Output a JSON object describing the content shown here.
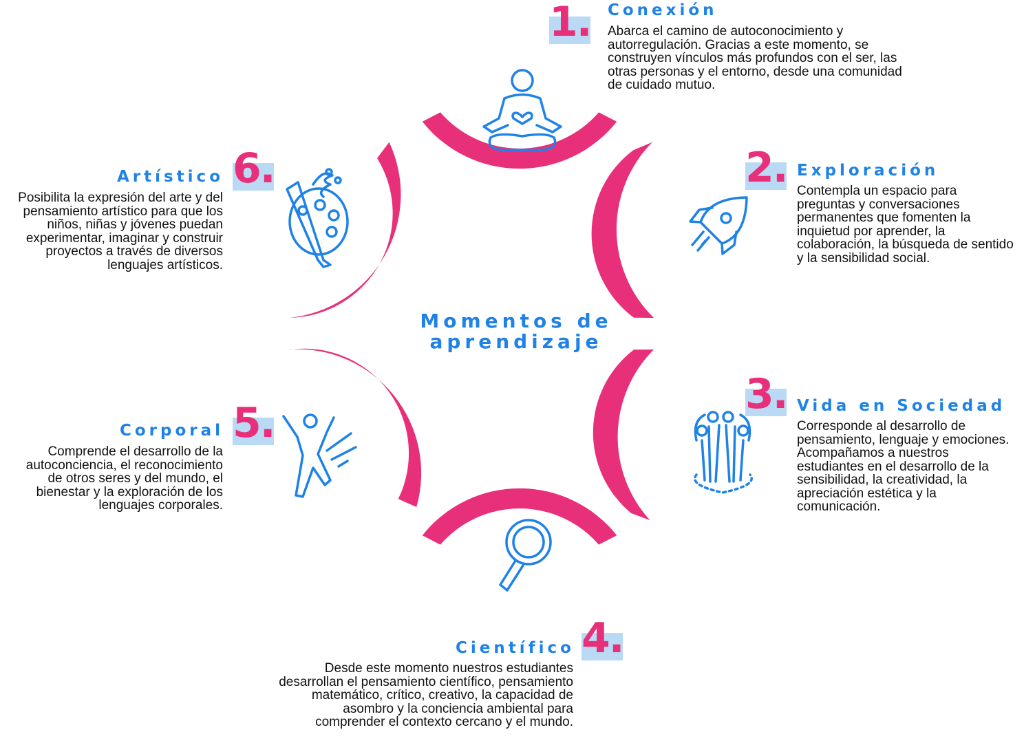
{
  "title": "Momentos de aprendizaje",
  "colors": {
    "arc": "#e8307a",
    "accent_blue": "#1f82e6",
    "number_pink": "#e8307a",
    "number_box": "#b9d9f4"
  },
  "moments": [
    {
      "number": "1.",
      "title": "Conexión",
      "icon": "meditation-heart-icon",
      "text": "Abarca el camino de autoconocimiento y autorregulación. Gracias a este momento, se construyen vínculos más profundos con el ser, las otras personas y el entorno, desde una comunidad de cuidado mutuo."
    },
    {
      "number": "2.",
      "title": "Exploración",
      "icon": "rocket-icon",
      "text": "Contempla un espacio para preguntas y conversaciones permanentes que fomenten la inquietud por aprender, la colaboración, la búsqueda de sentido y la sensibilidad social."
    },
    {
      "number": "3.",
      "title": "Vida en Sociedad",
      "icon": "people-group-icon",
      "text": "Corresponde al desarrollo de pensamiento, lenguaje y emociones. Acompañamos a nuestros estudiantes en el desarrollo de la sensibilidad, la creatividad, la apreciación estética y la comunicación."
    },
    {
      "number": "4.",
      "title": "Científico",
      "icon": "magnifying-glass-icon",
      "text": "Desde este momento nuestros estudiantes desarrollan el pensamiento científico, pensamiento matemático, crítico, creativo, la capacidad de asombro y la conciencia ambiental para comprender el contexto cercano y el mundo."
    },
    {
      "number": "5.",
      "title": "Corporal",
      "icon": "jumping-person-icon",
      "text": "Comprende el desarrollo de la autoconciencia, el reconocimiento de otros seres y del mundo, el bienestar y la exploración de los lenguajes corporales."
    },
    {
      "number": "6.",
      "title": "Artístico",
      "icon": "paint-palette-icon",
      "text": "Posibilita la expresión del arte y del pensamiento artístico para que los niños, niñas y jóvenes puedan experimentar, imaginar y construir proyectos a través de diversos lenguajes artísticos."
    }
  ]
}
